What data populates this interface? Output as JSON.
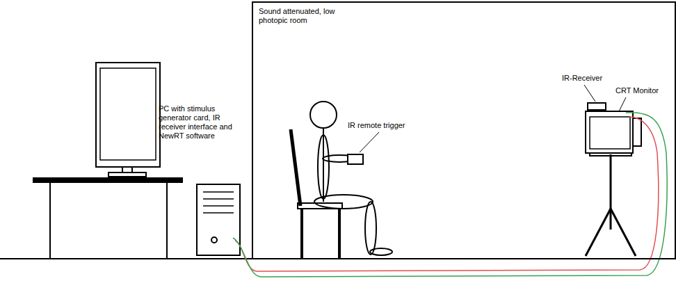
{
  "diagram": {
    "nodes": [
      {
        "text": [
          "Sound attenuated, low photopic room"
        ]
      }
    ],
    "labels": [
      "PC with stimulus generator card, IR receiver interface and NewRT software",
      "IR remote trigger",
      "IR-Receiver",
      "CRT Monitor"
    ]
  }
}
